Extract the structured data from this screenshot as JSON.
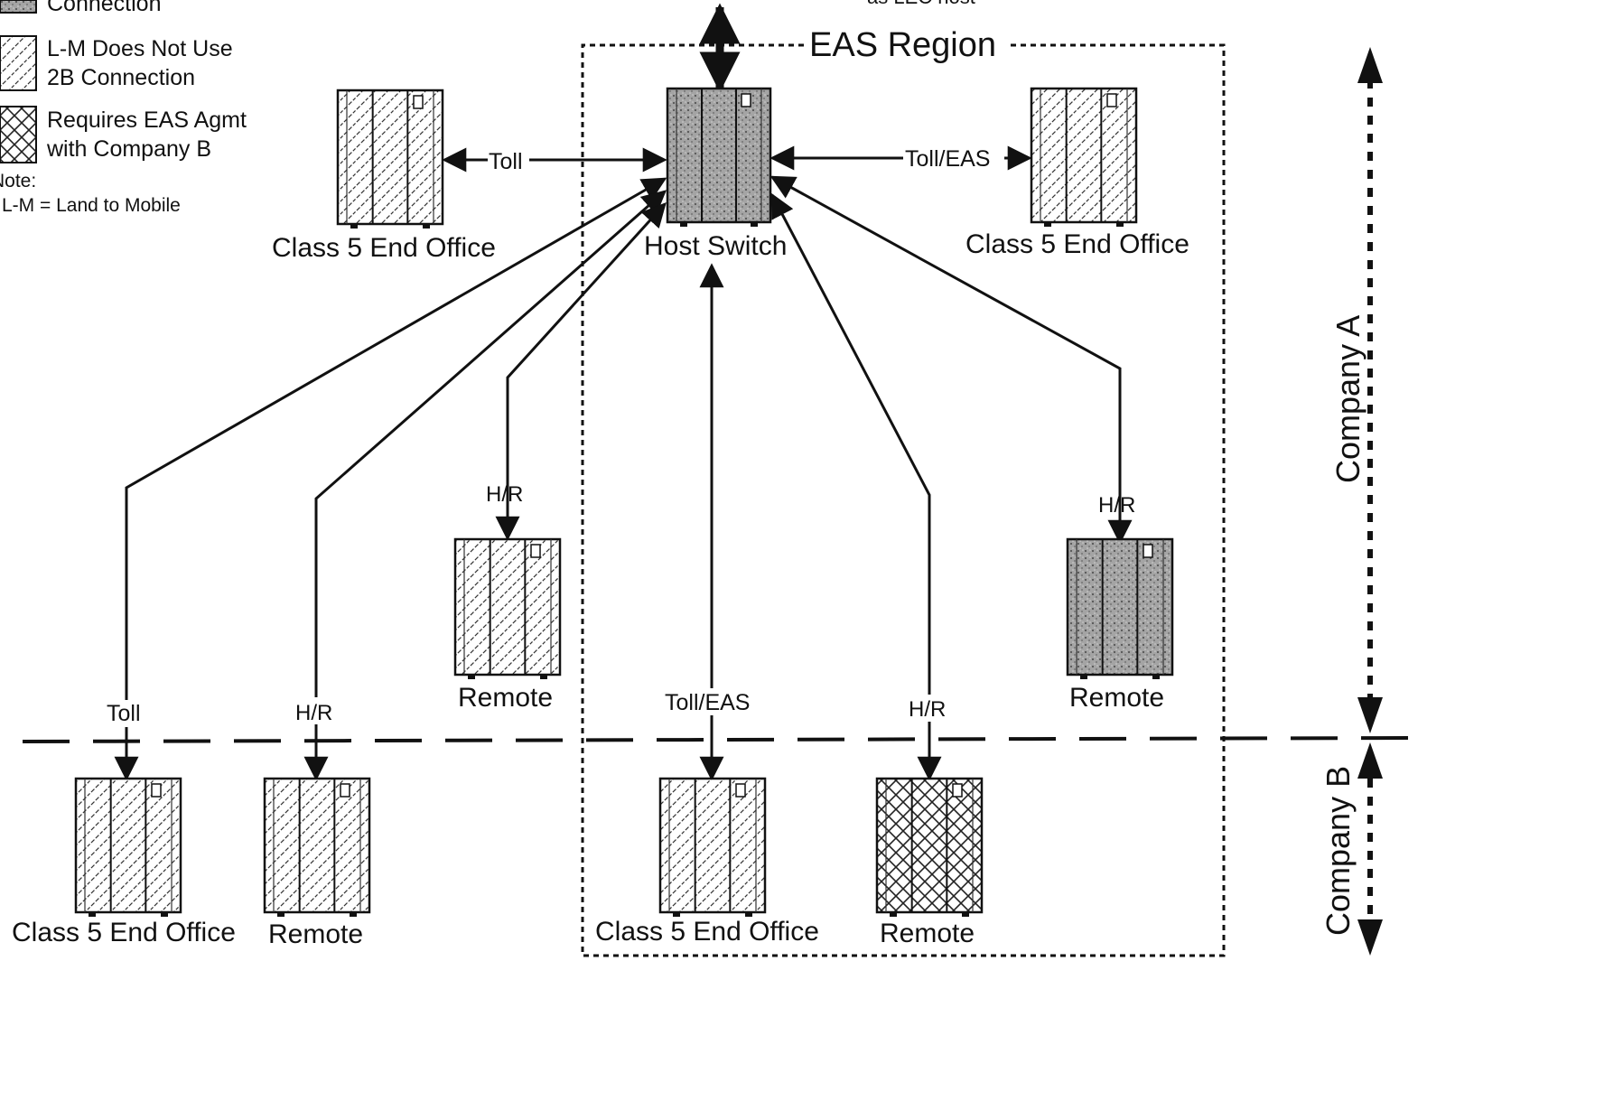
{
  "header_fragment": "as LEC host",
  "legend": {
    "items": [
      {
        "pattern": "stipple",
        "lines": [
          "",
          "Connection"
        ]
      },
      {
        "pattern": "hatch",
        "lines": [
          "L-M Does Not Use",
          "2B Connection"
        ]
      },
      {
        "pattern": "cross",
        "lines": [
          "Requires EAS Agmt",
          "with Company B"
        ]
      }
    ],
    "note_title": "Note:",
    "note_text": "L-M = Land to Mobile"
  },
  "region": {
    "label": "EAS Region"
  },
  "companies": {
    "a": "Company A",
    "b": "Company B"
  },
  "nodes": {
    "host": {
      "label": "Host Switch",
      "pattern": "stipple"
    },
    "eo_top_left": {
      "label": "Class 5 End Office",
      "pattern": "hatch"
    },
    "eo_top_right": {
      "label": "Class 5 End Office",
      "pattern": "hatch"
    },
    "remote_mid_left": {
      "label": "Remote",
      "pattern": "hatch"
    },
    "remote_mid_right": {
      "label": "Remote",
      "pattern": "stipple"
    },
    "eo_b_left": {
      "label": "Class 5 End Office",
      "pattern": "hatch"
    },
    "remote_b_left": {
      "label": "Remote",
      "pattern": "hatch"
    },
    "eo_b_center": {
      "label": "Class 5 End Office",
      "pattern": "hatch"
    },
    "remote_b_right": {
      "label": "Remote",
      "pattern": "cross"
    }
  },
  "links": {
    "toll_top": "Toll",
    "toll_eas_top": "Toll/EAS",
    "hr_mid_left": "H/R",
    "hr_mid_right": "H/R",
    "toll_b_left": "Toll",
    "hr_b_left": "H/R",
    "toll_eas_b": "Toll/EAS",
    "hr_b_right": "H/R"
  },
  "colors": {
    "ink": "#111111",
    "stipple": "#9a9a9a",
    "paper": "#ffffff"
  }
}
